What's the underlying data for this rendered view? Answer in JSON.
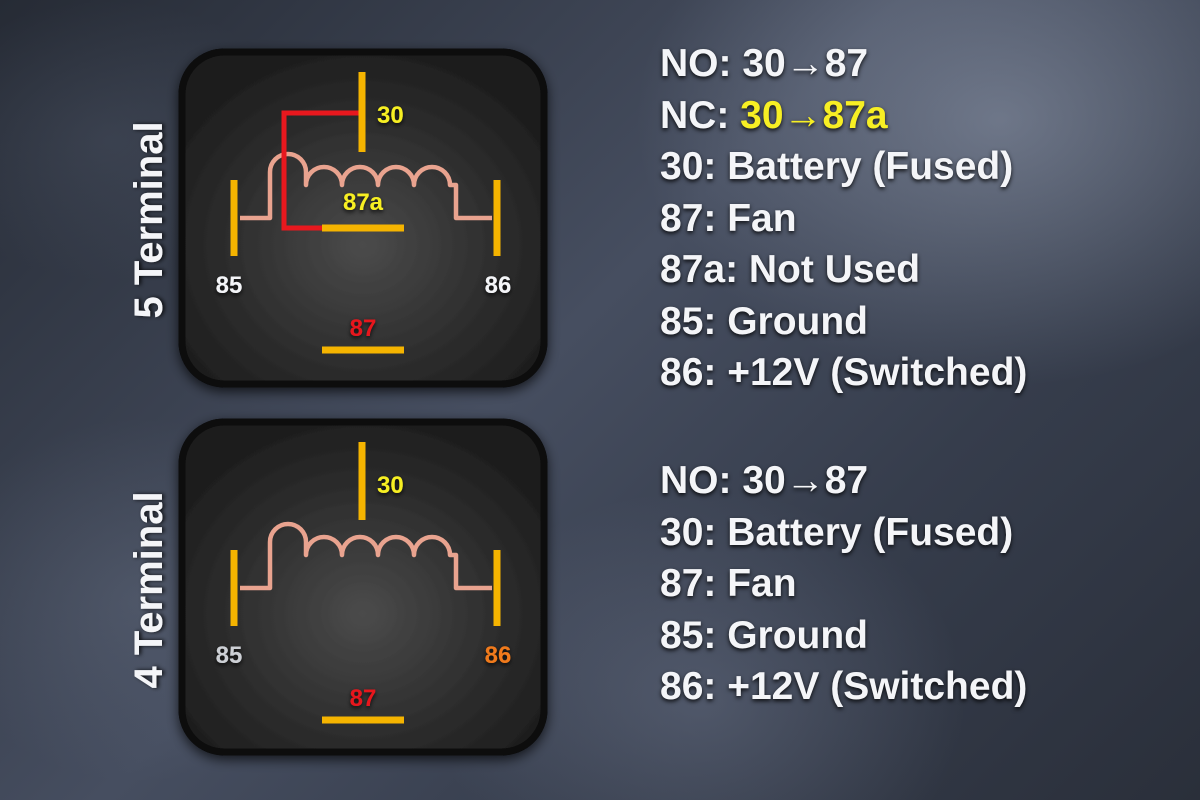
{
  "colors": {
    "yellow_text": "#f7ef24",
    "gold_terminal": "#f5b400",
    "coil": "#e9a38f",
    "red": "#e8181e",
    "orange": "#f07a1a",
    "white": "#f4f5f8",
    "gray": "#cdd0d5",
    "panel": "#2e2e2e"
  },
  "relay_5": {
    "side_label": "5 Terminal",
    "terminals": {
      "t30": "30",
      "t87a": "87a",
      "t85": "85",
      "t86": "86",
      "t87": "87"
    }
  },
  "relay_4": {
    "side_label": "4 Terminal",
    "terminals": {
      "t30": "30",
      "t85": "85",
      "t86": "86",
      "t87": "87"
    }
  },
  "legend_5": {
    "no_line": "NO: 30→87",
    "nc_prefix": "NC: ",
    "nc_value": "30→87a",
    "line_30": "30: Battery (Fused)",
    "line_87": "87: Fan",
    "line_87a": "87a: Not Used",
    "line_85": "85: Ground",
    "line_86": "86: +12V (Switched)"
  },
  "legend_4": {
    "no_line": "NO: 30→87",
    "line_30": "30: Battery (Fused)",
    "line_87": "87: Fan",
    "line_85": "85: Ground",
    "line_86": "86: +12V (Switched)"
  }
}
